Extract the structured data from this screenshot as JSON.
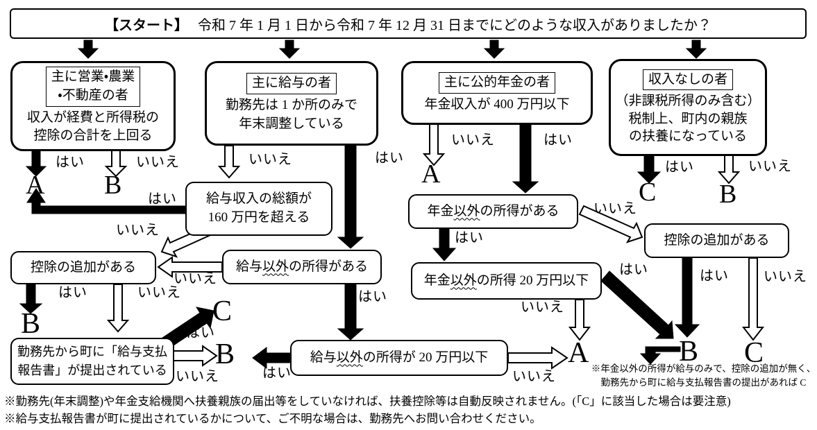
{
  "start": {
    "label": "【スタート】",
    "question": "令和 7 年 1 月 1 日から令和 7 年 12 月 31 日までにどのような収入がありましたか？"
  },
  "boxes": {
    "business": {
      "title": "主に営業・農業\n・不動産の者",
      "body": "収入が経費と所得税の\n控除の合計を上回る"
    },
    "salary": {
      "title": "主に給与の者",
      "body": "勤務先は 1 か所のみで\n年末調整している"
    },
    "pension": {
      "title": "主に公的年金の者",
      "body": "年金収入が 400 万円以下"
    },
    "no_income": {
      "title": "収入なしの者",
      "body": "（非課税所得のみ含む）\n税制上、町内の親族\nの扶養になっている"
    },
    "salary_160": {
      "text": "給与収入の総額が\n160 万円を超える"
    },
    "deduction_left": {
      "text": "控除の追加がある"
    },
    "report": {
      "text": "勤務先から町に「給与支払\n報告書」が提出されている"
    },
    "salary_other": {
      "prefix": "給与",
      "emph": "以外",
      "suffix": "の所得がある"
    },
    "salary_other_20": {
      "prefix": "給与",
      "emph": "以外",
      "suffix": "の所得が 20 万円以下"
    },
    "pension_other": {
      "prefix": "年金",
      "emph": "以外",
      "suffix": "の所得がある"
    },
    "pension_other_20": {
      "prefix": "年金",
      "emph": "以外",
      "suffix": "の所得 20 万円以下"
    },
    "deduction_right": {
      "text": "控除の追加がある"
    }
  },
  "answers": {
    "yes": "はい",
    "no": "いいえ"
  },
  "letters": {
    "a": "A",
    "b": "B",
    "c": "C"
  },
  "notes": {
    "right": "※年金以外の所得が給与のみで、控除の追加が無く、\n勤務先から町に給与支払報告書の提出があれば C",
    "bottom1": "※勤務先(年末調整)や年金支給機関へ扶養親族の届出等をしていなければ、扶養控除等は自動反映されません。(「C」に該当した場合は要注意)",
    "bottom2": "※給与支払報告書が町に提出されているかについて、ご不明な場合は、勤務先へお問い合わせください。"
  }
}
